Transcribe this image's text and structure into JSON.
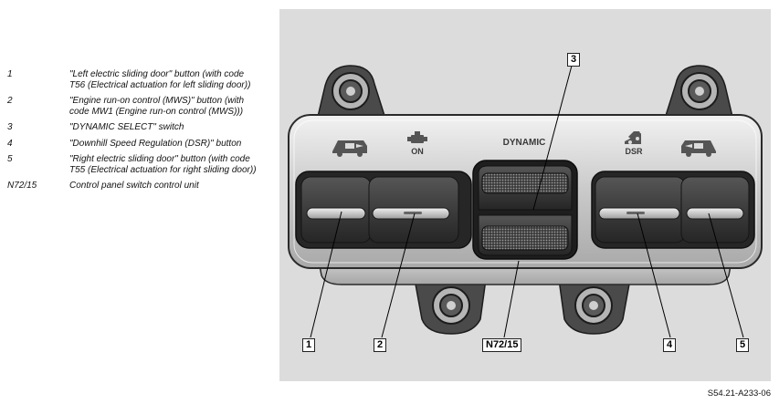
{
  "legend": [
    {
      "key": "1",
      "text": "\"Left electric sliding door\" button (with code T56 (Electrical actuation for left sliding door))"
    },
    {
      "key": "2",
      "text": "\"Engine run-on control (MWS)\" button (with code MW1 (Engine run-on control (MWS)))"
    },
    {
      "key": "3",
      "text": "\"DYNAMIC SELECT\" switch"
    },
    {
      "key": "4",
      "text": "\"Downhill Speed Regulation (DSR)\" button"
    },
    {
      "key": "5",
      "text": "\"Right electric sliding door\" button (with code T55 (Electrical actuation for right sliding door))"
    },
    {
      "key": "N72/15",
      "text": "Control panel switch control unit"
    }
  ],
  "panel_labels": {
    "on": "ON",
    "dynamic": "DYNAMIC",
    "dsr": "DSR"
  },
  "callouts": {
    "c1": "1",
    "c2": "2",
    "c3": "3",
    "c4": "4",
    "c5": "5",
    "cn": "N72/15"
  },
  "figure_id": "S54.21-A233-06",
  "icons": [
    "left-van-sliding-door-icon",
    "engine-icon",
    "dsr-hill-descent-icon",
    "right-van-sliding-door-icon"
  ],
  "colors": {
    "background": "#dcdcdc",
    "panel_face": "#b8b8b8",
    "buttons": "#3d3d3d"
  }
}
